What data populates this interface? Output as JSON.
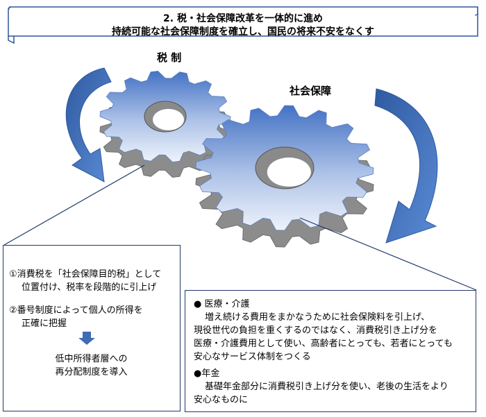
{
  "banner": {
    "line1": "2. 税・社会保障改革を一体的に進め",
    "line2": "持続可能な社会保障制度を確立し、国民の将来不安をなくす"
  },
  "gears": {
    "tax_label": "税 制",
    "social_label": "社会保障"
  },
  "left_box": {
    "item1_line1": "①消費税を「社会保障目的税」として",
    "item1_line2": "位置付け、税率を段階的に引上げ",
    "item2_line1": "②番号制度によって個人の所得を",
    "item2_line2": "正確に把握",
    "result_line1": "低中所得者層への",
    "result_line2": "再分配制度を導入"
  },
  "right_box": {
    "bullet1_title": "● 医療・介護",
    "bullet1_line1": "増え続ける費用をまかなうために社会保険料を引上げ、",
    "bullet1_line2": "現役世代の負担を重くするのではなく、消費税引き上げ分を",
    "bullet1_line3": "医療・介護費用として使い、高齢者にとっても、若者にとっても",
    "bullet1_line4": "安心なサービス体制をつくる",
    "bullet2_title": "●年金",
    "bullet2_line1": "基礎年金部分に消費税引き上げ分を使い、老後の生活をより",
    "bullet2_line2": "安心なものに"
  },
  "colors": {
    "gear_top": "#4472c4",
    "gear_light": "#dfe8f7",
    "gear_side": "#8c8c8c",
    "arrow": "#3f6cb5",
    "box_border": "#1f3864"
  }
}
